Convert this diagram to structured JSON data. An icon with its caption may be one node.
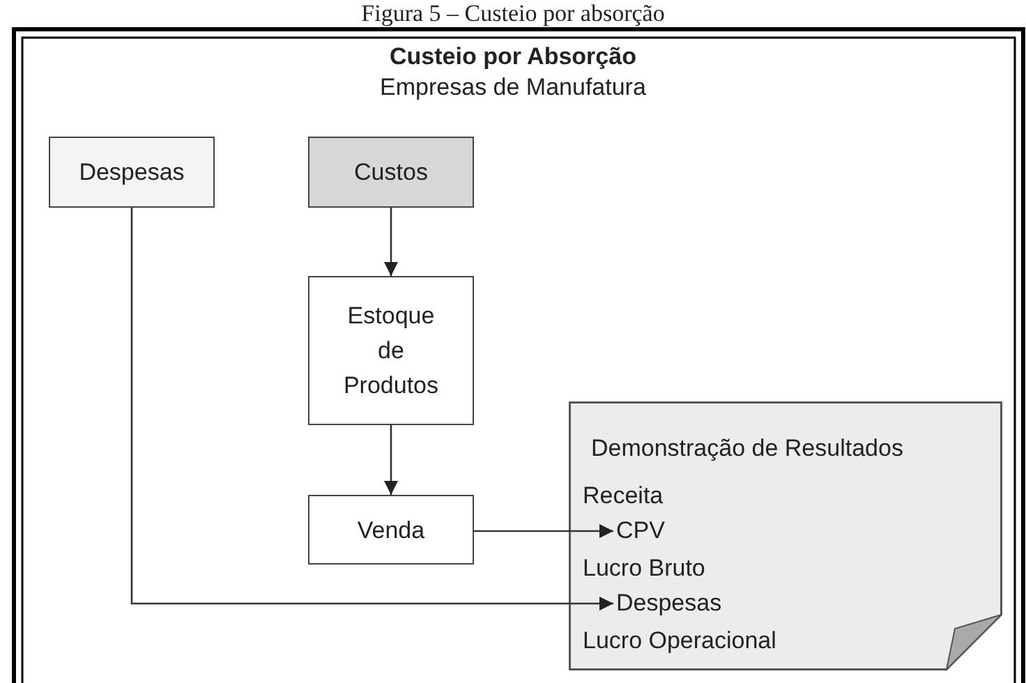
{
  "diagram": {
    "caption": "Figura 5 – Custeio por absorção",
    "title": "Custeio por Absorção",
    "nodes": [
      {
        "text": [
          "Despesas"
        ]
      },
      {
        "text": [
          "Custos"
        ]
      },
      {
        "text": [
          "Estoque de Produtos"
        ]
      },
      {
        "text": [
          "Venda"
        ]
      },
      {
        "text": [
          "Demonstração de Resultados",
          "Receita",
          "Lucro Bruto",
          "Lucro Operacional"
        ]
      },
      {
        "text": [
          "CPV"
        ],
        "in": 4
      },
      {
        "text": [
          "Despesas"
        ],
        "in": 4
      }
    ],
    "edges": [
      {
        "from": 1,
        "to": 2,
        "arrow": "to"
      },
      {
        "from": 2,
        "to": 3,
        "arrow": "to"
      },
      {
        "from": 3,
        "to": 5,
        "arrow": "to"
      },
      {
        "from": 0,
        "to": 6,
        "arrow": "to"
      }
    ],
    "labels": [
      "Empresas de Manufatura"
    ]
  }
}
